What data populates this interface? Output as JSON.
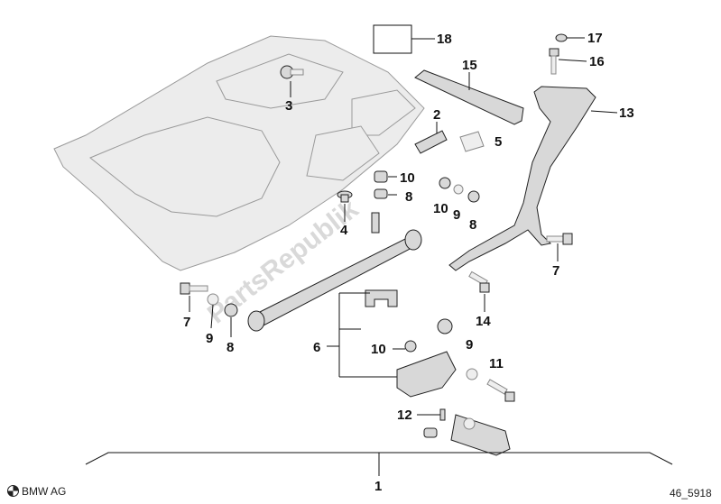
{
  "callouts": {
    "p1": "1",
    "p2": "2",
    "p3": "3",
    "p4": "4",
    "p5": "5",
    "p6": "6",
    "p7a": "7",
    "p7b": "7",
    "p8a": "8",
    "p8b": "8",
    "p8c": "8",
    "p9a": "9",
    "p9b": "9",
    "p9c": "9",
    "p10a": "10",
    "p10b": "10",
    "p10c": "10",
    "p11": "11",
    "p12": "12",
    "p13": "13",
    "p14": "14",
    "p15": "15",
    "p16": "16",
    "p17": "17",
    "p18": "18"
  },
  "watermark": "PartsRepublik",
  "footer": {
    "brand": "BMW AG",
    "code": "46_5918"
  },
  "colors": {
    "line": "#111111",
    "part_fill": "#d8d8d8",
    "ghost_fill": "#ececec",
    "watermark": "#d9d9d9"
  }
}
